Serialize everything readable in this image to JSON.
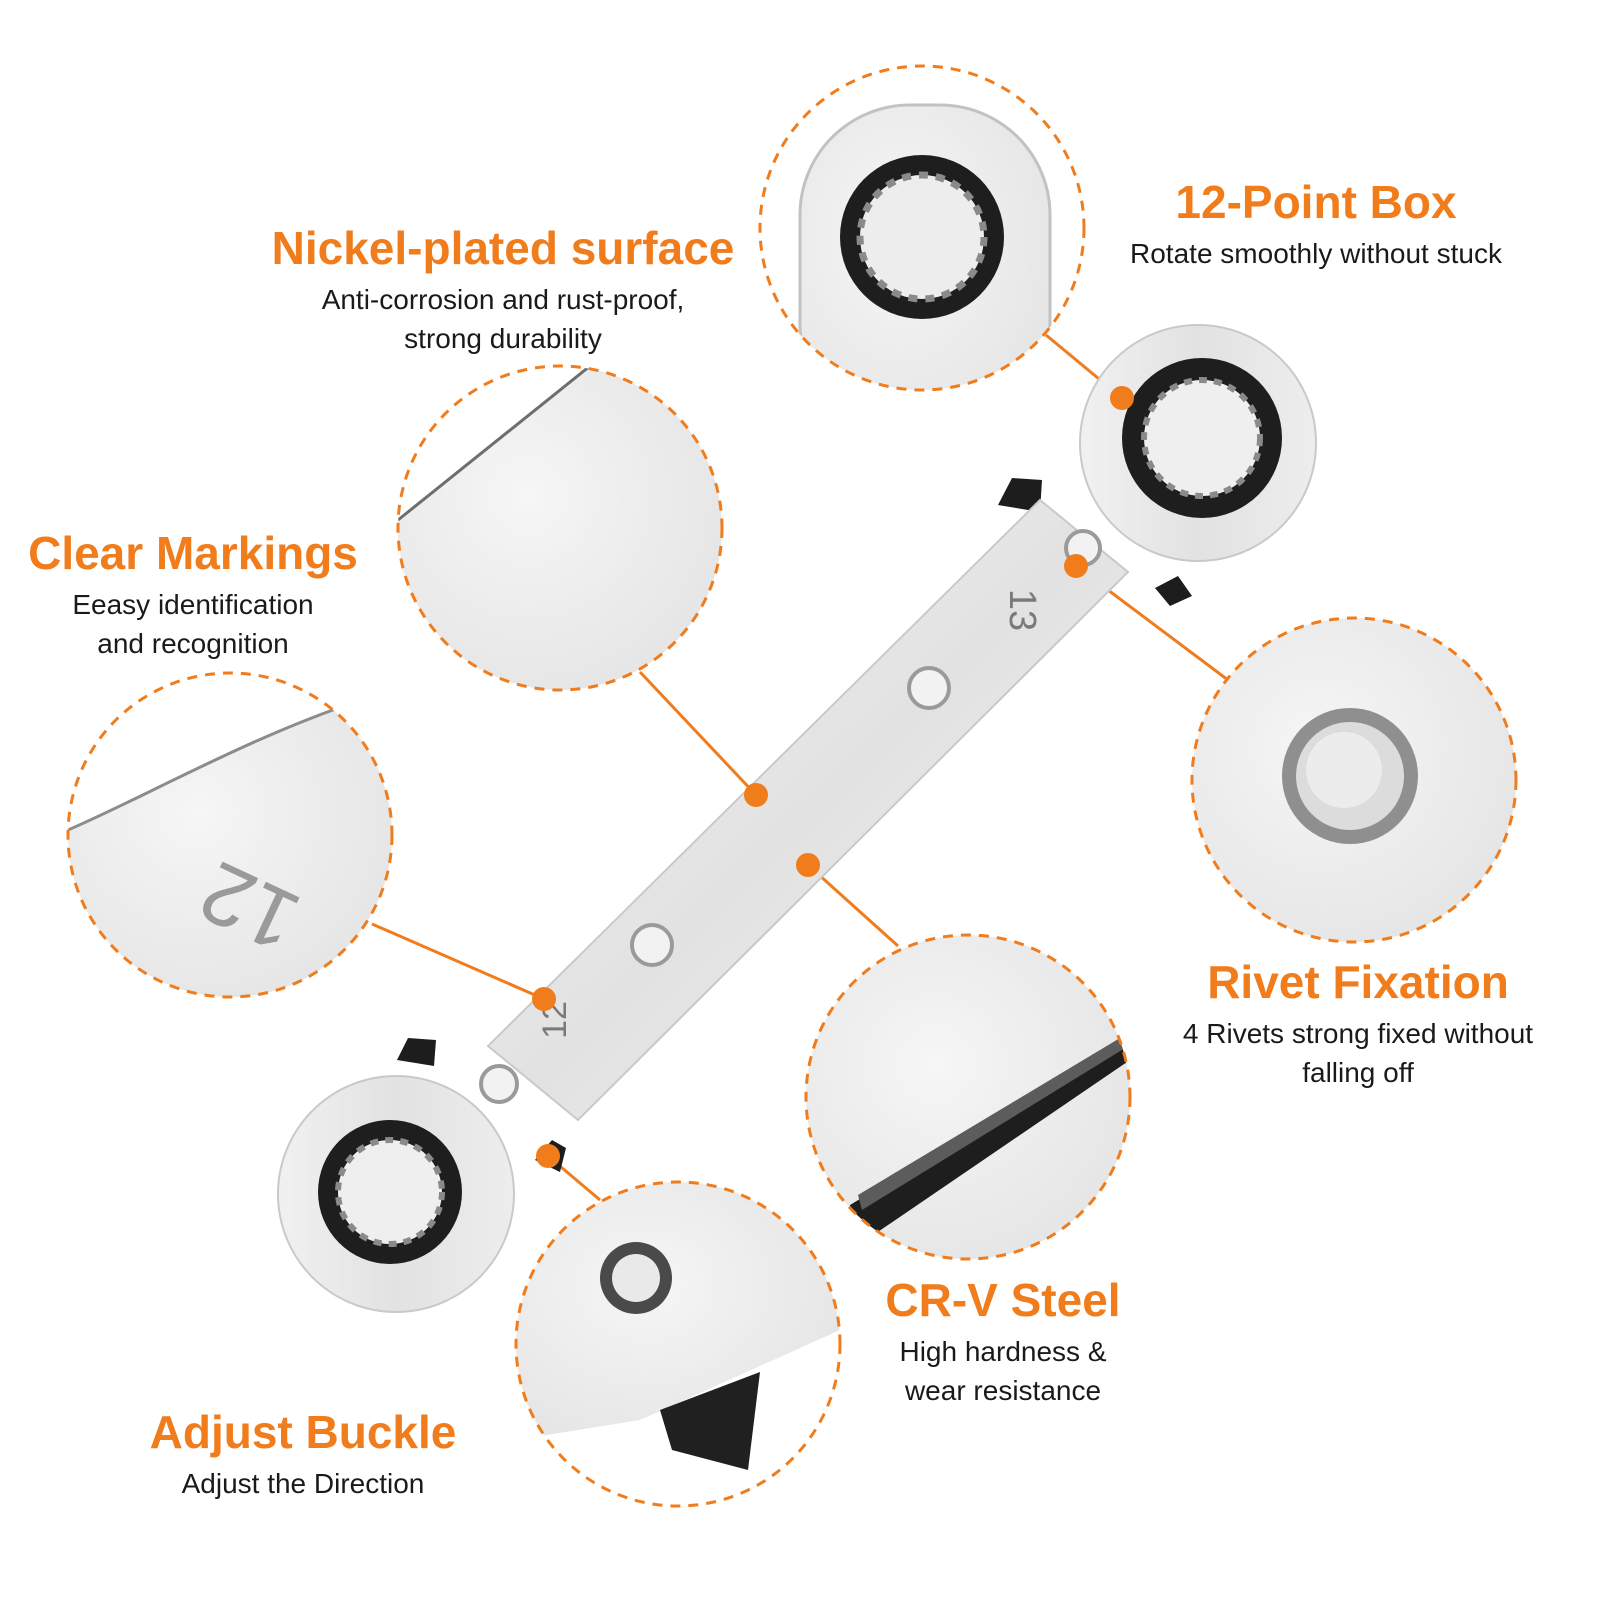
{
  "features": {
    "nickel": {
      "title": "Nickel-plated surface",
      "desc1": "Anti-corrosion and rust-proof,",
      "desc2": "strong durability"
    },
    "point_box": {
      "title": "12-Point Box",
      "desc1": "Rotate smoothly without stuck"
    },
    "markings": {
      "title": "Clear Markings",
      "desc1": "Eeasy identification",
      "desc2": "and recognition"
    },
    "rivet": {
      "title": "Rivet Fixation",
      "desc1": "4 Rivets strong fixed without",
      "desc2": "falling off"
    },
    "steel": {
      "title": "CR-V Steel",
      "desc1": "High hardness &",
      "desc2": "wear resistance"
    },
    "buckle": {
      "title": "Adjust Buckle",
      "desc1": "Adjust the Direction"
    }
  },
  "wrench": {
    "size_upper": "13",
    "size_lower": "12",
    "zoom_marking": "12"
  },
  "colors": {
    "accent": "#f07c1c",
    "text": "#1a1a1a",
    "metal": "#e8e8e8",
    "ratchet": "#1c1c1c"
  }
}
